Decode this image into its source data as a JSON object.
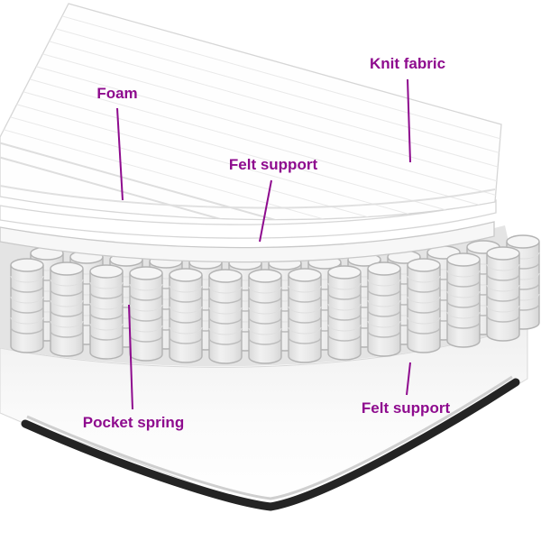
{
  "diagram": {
    "accent_color": "#8E0B8E",
    "labels": {
      "knit_fabric": "Knit fabric",
      "foam": "Foam",
      "felt_support_top": "Felt support",
      "pocket_spring": "Pocket spring",
      "felt_support_bottom": "Felt support"
    }
  }
}
